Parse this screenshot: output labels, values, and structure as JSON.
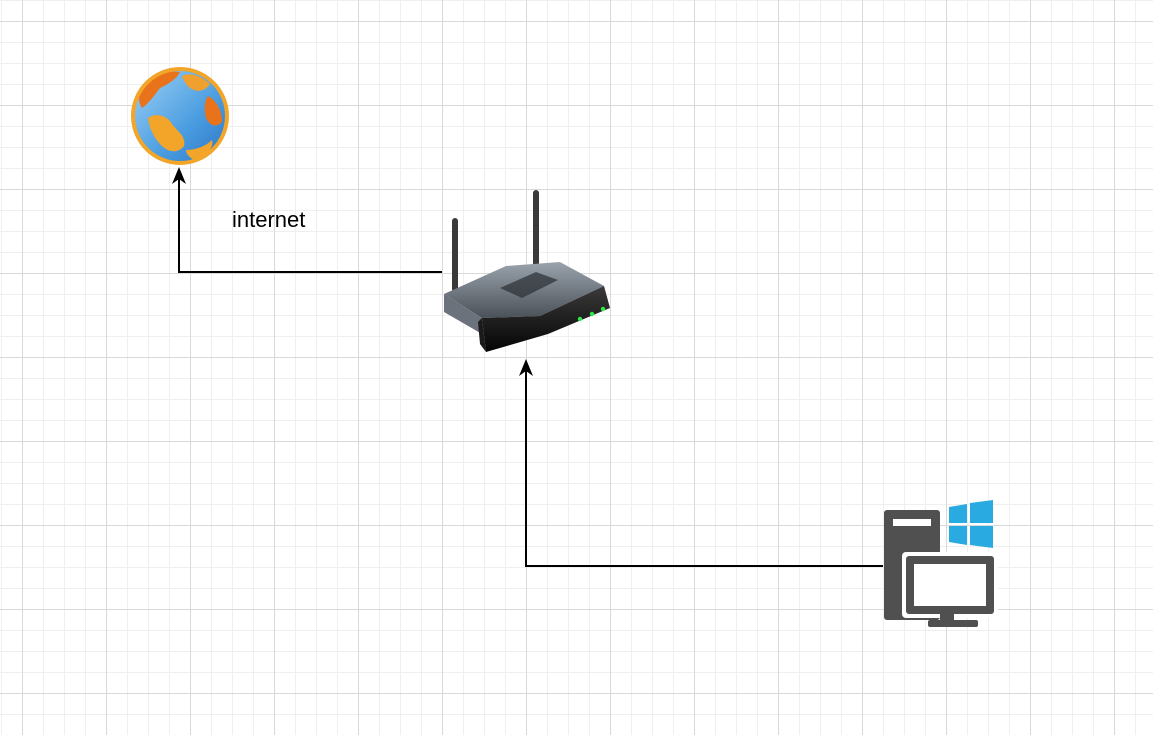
{
  "diagram": {
    "nodes": [
      {
        "id": "globe",
        "icon": "globe-icon"
      },
      {
        "id": "router",
        "icon": "wireless-router-icon"
      },
      {
        "id": "pc",
        "icon": "windows-pc-icon"
      }
    ],
    "edges": [
      {
        "from": "router",
        "to": "globe",
        "label": "internet"
      },
      {
        "from": "pc",
        "to": "router",
        "label": ""
      }
    ],
    "edge_label_internet": "internet",
    "colors": {
      "edge": "#000000",
      "grid": "#d9d9d9",
      "pc_icon": "#505050",
      "windows_logo": "#29abe2",
      "router_led": "#2ee84a"
    }
  }
}
